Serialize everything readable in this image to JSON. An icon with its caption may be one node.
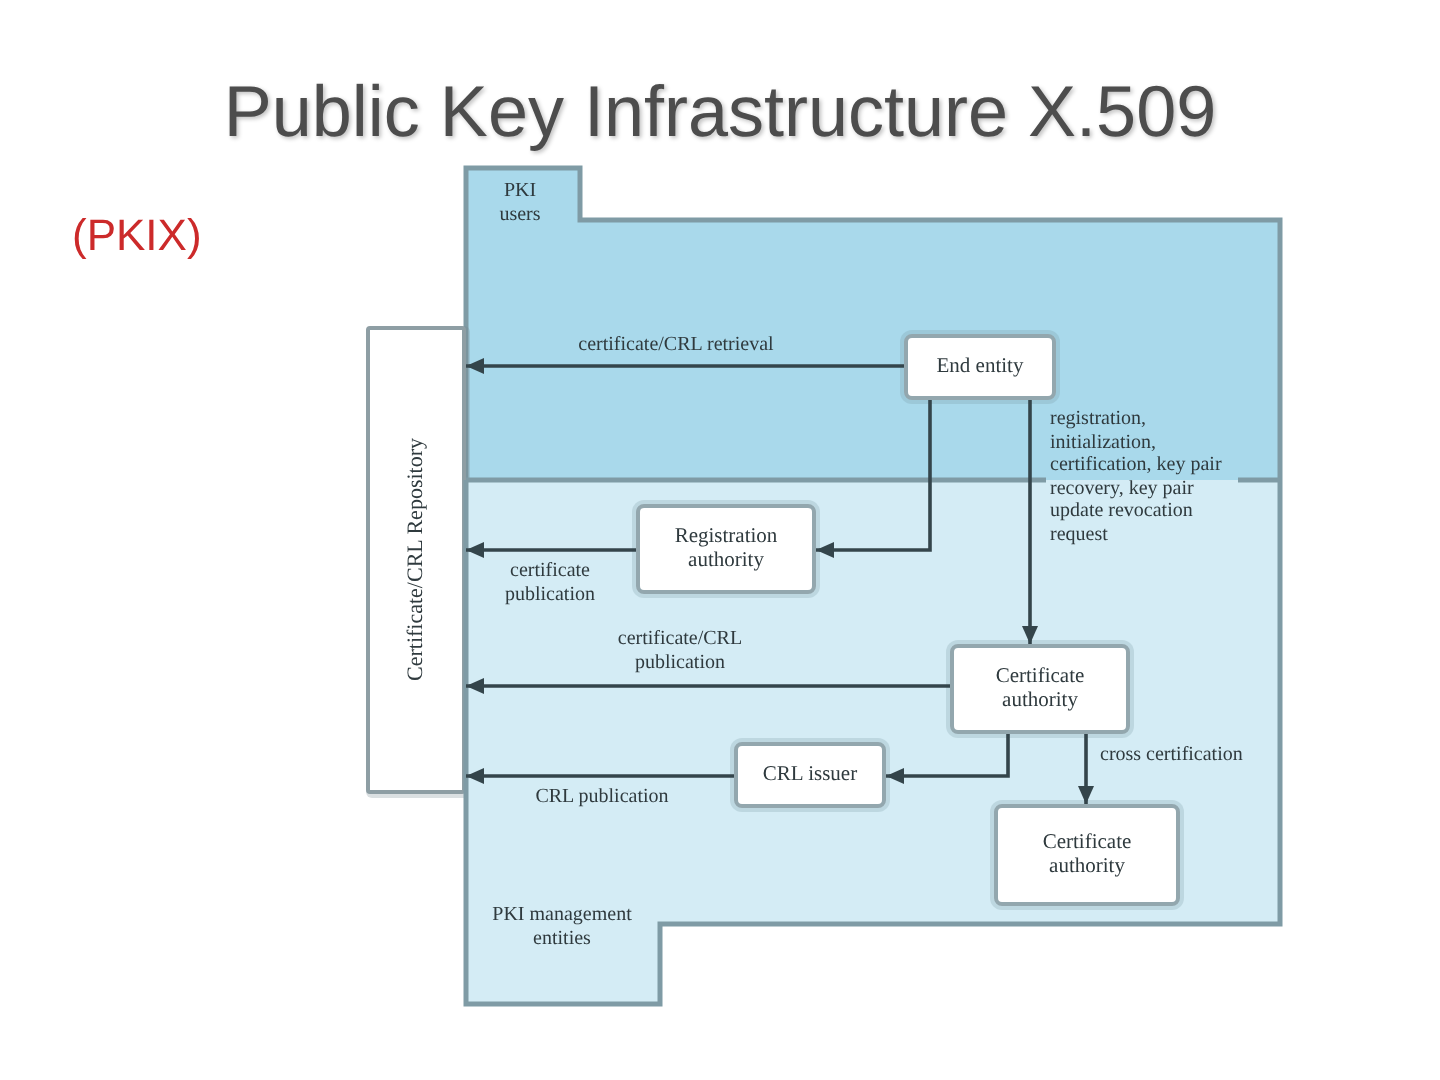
{
  "diagram": {
    "title": "Public Key Infrastructure X.509",
    "nodes": [
      {
        "text": [
          "PKI users"
        ]
      },
      {
        "text": [
          "End entity"
        ],
        "in": 0
      },
      {
        "text": [
          "Certificate/CRL Repository"
        ]
      },
      {
        "text": [
          "PKI management entities"
        ]
      },
      {
        "text": [
          "Registration authority"
        ],
        "in": 3
      },
      {
        "text": [
          "Certificate authority"
        ],
        "in": 3
      },
      {
        "text": [
          "CRL issuer"
        ],
        "in": 3
      },
      {
        "text": [
          "Certificate authority"
        ],
        "in": 3
      }
    ],
    "edges": [
      {
        "from": 1,
        "to": 2,
        "arrow": "to",
        "label": "certificate/CRL retrieval"
      },
      {
        "from": 1,
        "to": 4,
        "arrow": "to"
      },
      {
        "from": 1,
        "to": 5,
        "arrow": "to",
        "label": "registration, initialization, certification, key pair recovery, key pair update revocation request"
      },
      {
        "from": 4,
        "to": 2,
        "arrow": "to",
        "label": "certificate publication"
      },
      {
        "from": 5,
        "to": 2,
        "arrow": "to",
        "label": "certificate/CRL publication"
      },
      {
        "from": 5,
        "to": 6,
        "arrow": "to"
      },
      {
        "from": 6,
        "to": 2,
        "arrow": "to",
        "label": "CRL publication"
      },
      {
        "from": 5,
        "to": 7,
        "arrow": "to",
        "label": "cross certification"
      }
    ],
    "labels": [
      "(PKIX)"
    ]
  }
}
